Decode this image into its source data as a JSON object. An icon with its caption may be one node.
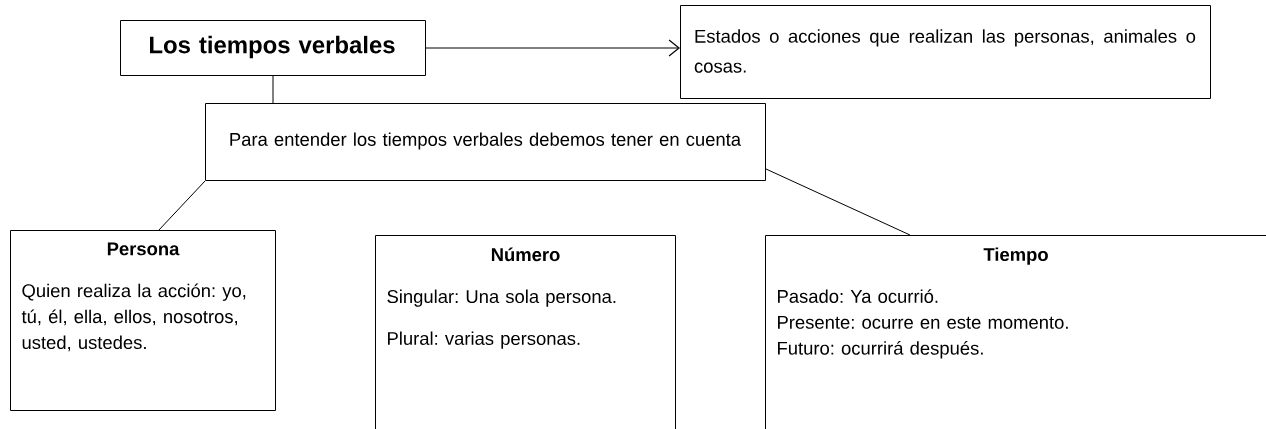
{
  "diagram": {
    "nodes": [
      {
        "text": [
          "Los tiempos verbales"
        ]
      },
      {
        "text": [
          "Estados o acciones que realizan las personas, animales o cosas."
        ]
      },
      {
        "text": [
          "Para entender los tiempos verbales debemos tener en cuenta"
        ]
      },
      {
        "text": [
          "Persona",
          "Quien realiza la acción: yo, tú, él, ella, ellos, nosotros, usted, ustedes."
        ]
      },
      {
        "text": [
          "Número",
          "Singular: Una sola persona.",
          "Plural: varias personas."
        ]
      },
      {
        "text": [
          "Tiempo",
          "Pasado: Ya ocurrió.",
          "Presente: ocurre en este momento.",
          "Futuro: ocurrirá después."
        ]
      }
    ],
    "edges": [
      {
        "from": 0,
        "to": 1,
        "arrow": "to"
      },
      {
        "from": 0,
        "to": 2,
        "arrow": "none"
      },
      {
        "from": 2,
        "to": 3,
        "arrow": "none"
      },
      {
        "from": 2,
        "to": 5,
        "arrow": "none"
      }
    ]
  }
}
